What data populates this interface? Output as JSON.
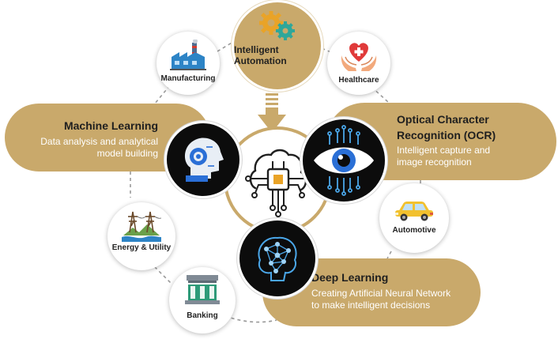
{
  "center": {
    "icon": "cpu-brain-icon"
  },
  "top_node": {
    "label_line1": "Intelligent",
    "label_line2": "Automation",
    "icon": "gears-icon"
  },
  "pills": {
    "machine_learning": {
      "title": "Machine Learning",
      "desc_line1": "Data analysis and analytical",
      "desc_line2": "model building",
      "icon": "robot-head-icon"
    },
    "ocr": {
      "title_line1": "Optical Character",
      "title_line2": "Recognition (OCR)",
      "desc_line1": "Intelligent capture and",
      "desc_line2": "image recognition",
      "icon": "circuit-eye-icon"
    },
    "deep_learning": {
      "title": "Deep Learning",
      "desc_line1": "Creating Artificial Neural Network",
      "desc_line2": "to make intelligent decisions",
      "icon": "neural-brain-icon"
    }
  },
  "industries": {
    "manufacturing": {
      "label": "Manufacturing",
      "icon": "factory-icon"
    },
    "healthcare": {
      "label": "Healthcare",
      "icon": "heart-hands-icon"
    },
    "automotive": {
      "label": "Automotive",
      "icon": "car-icon"
    },
    "energy": {
      "label": "Energy & Utility",
      "icon": "power-tower-icon"
    },
    "banking": {
      "label": "Banking",
      "icon": "bank-icon"
    }
  },
  "colors": {
    "gold": "#c9a96b",
    "dark": "#0c0c0c",
    "eye_blue": "#2a6fd6",
    "circuit_blue": "#4aa6e8"
  }
}
